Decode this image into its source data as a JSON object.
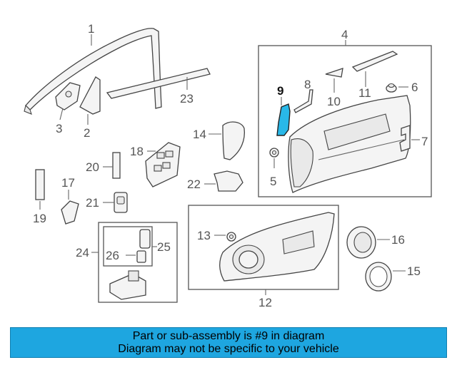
{
  "callouts": {
    "c1": "1",
    "c2": "2",
    "c3": "3",
    "c4": "4",
    "c5": "5",
    "c6": "6",
    "c7": "7",
    "c8": "8",
    "c9": "9",
    "c10": "10",
    "c11": "11",
    "c12": "12",
    "c13": "13",
    "c14": "14",
    "c15": "15",
    "c16": "16",
    "c17": "17",
    "c18": "18",
    "c19": "19",
    "c20": "20",
    "c21": "21",
    "c22": "22",
    "c23": "23",
    "c24": "24",
    "c25": "25",
    "c26": "26"
  },
  "highlighted_part": "9",
  "colors": {
    "highlight": "#29b8e8",
    "banner": "#1ea6e0"
  },
  "banner": {
    "line1": "Part or sub-assembly is #9 in diagram",
    "line2": "Diagram may not be specific to your vehicle"
  }
}
